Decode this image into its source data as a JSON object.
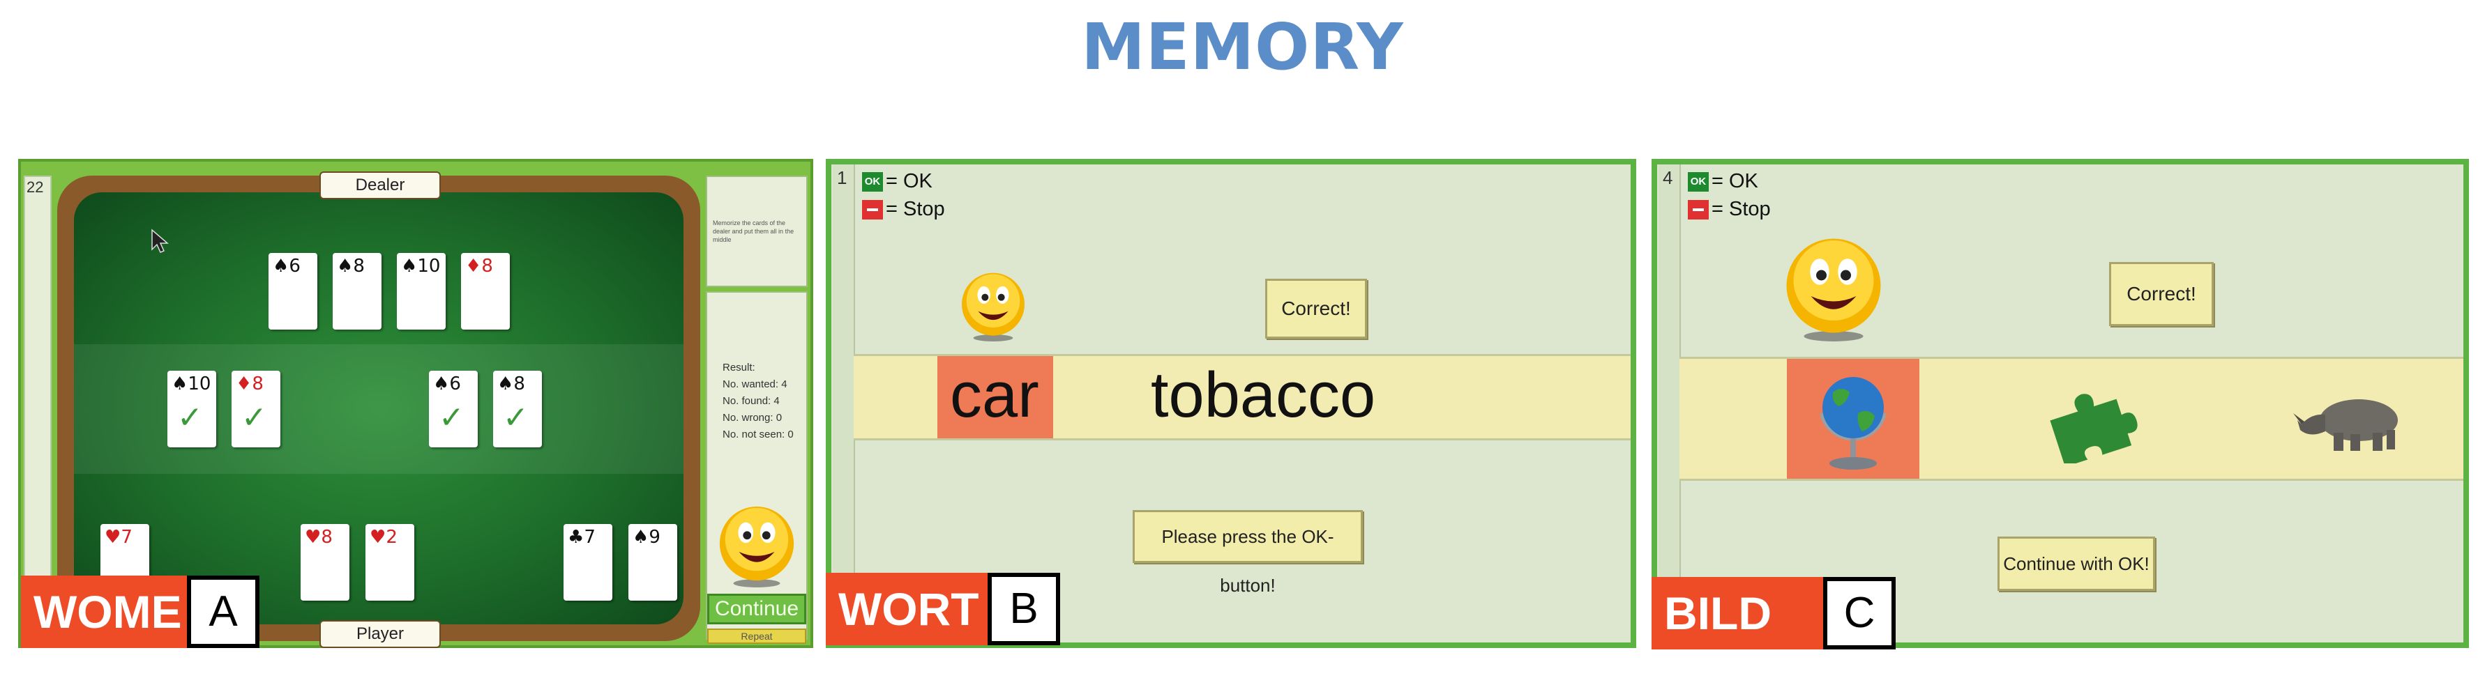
{
  "title": "MEMORY",
  "panels": {
    "wome": {
      "tag": "WOME",
      "letter": "A",
      "counter": "22",
      "dealer_label": "Dealer",
      "player_label": "Player",
      "dealer_cards": [
        {
          "suit": "♠",
          "rank": "6",
          "red": false
        },
        {
          "suit": "♠",
          "rank": "8",
          "red": false
        },
        {
          "suit": "♠",
          "rank": "10",
          "red": false
        },
        {
          "suit": "♦",
          "rank": "8",
          "red": true
        }
      ],
      "found_cards": [
        {
          "suit": "♠",
          "rank": "10",
          "red": false
        },
        {
          "suit": "♦",
          "rank": "8",
          "red": true
        },
        {
          "suit": "♠",
          "rank": "6",
          "red": false
        },
        {
          "suit": "♠",
          "rank": "8",
          "red": false
        }
      ],
      "player_cards": [
        {
          "suit": "♥",
          "rank": "7",
          "red": true
        },
        {
          "suit": "♥",
          "rank": "8",
          "red": true
        },
        {
          "suit": "♥",
          "rank": "2",
          "red": true
        },
        {
          "suit": "♣",
          "rank": "7",
          "red": false
        },
        {
          "suit": "♠",
          "rank": "9",
          "red": false
        }
      ],
      "instructions": "Memorize the cards of the dealer and put them all in the middle",
      "result": {
        "heading": "Result:",
        "wanted": "No. wanted: 4",
        "found": "No. found: 4",
        "wrong": "No. wrong: 0",
        "not_seen": "No. not seen: 0"
      },
      "continue_label": "Continue",
      "repeat_label": "Repeat"
    },
    "wort": {
      "tag": "WORT",
      "letter": "B",
      "counter": "1",
      "legend_ok": "= OK",
      "legend_stop": "= Stop",
      "ok_icon_text": "OK",
      "feedback": "Correct!",
      "word_highlighted": "car",
      "word_other": "tobacco",
      "prompt": "Please press the OK-button!"
    },
    "bild": {
      "tag": "BILD",
      "letter": "C",
      "counter": "4",
      "legend_ok": "= OK",
      "legend_stop": "= Stop",
      "ok_icon_text": "OK",
      "feedback": "Correct!",
      "images": [
        "globe-icon",
        "puzzle-piece-icon",
        "rhinoceros-icon"
      ],
      "prompt": "Continue with OK!"
    }
  }
}
